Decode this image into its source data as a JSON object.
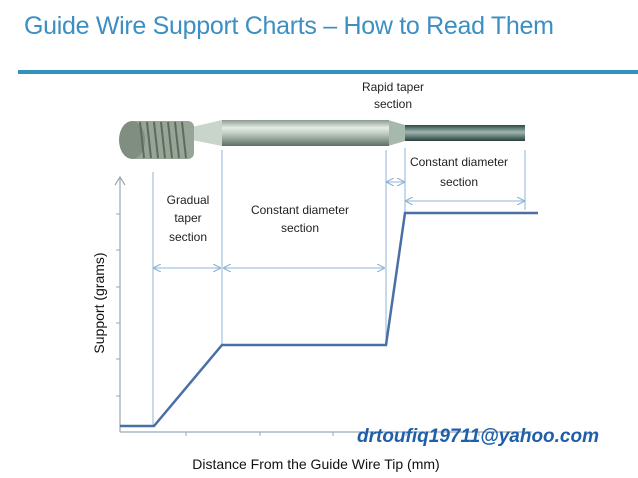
{
  "title": "Guide Wire Support Charts – How to Read Them",
  "sections": {
    "rapid_taper": [
      "Rapid taper",
      "section"
    ],
    "gradual_taper": [
      "Gradual",
      "taper",
      "section"
    ],
    "constant_left": [
      "Constant diameter",
      "section"
    ],
    "constant_right": [
      "Constant diameter",
      "section"
    ]
  },
  "axes": {
    "y_title": "Support (grams)",
    "x_title": "Distance From the Guide Wire Tip (mm)"
  },
  "watermark": "drtoufiq19711@yahoo.com",
  "colors": {
    "title": "#3b8fc2",
    "rule": "#3391bd",
    "curve": "#4a6fa5",
    "guide": "#8fb4d9",
    "watermark": "#1f5ea8"
  }
}
